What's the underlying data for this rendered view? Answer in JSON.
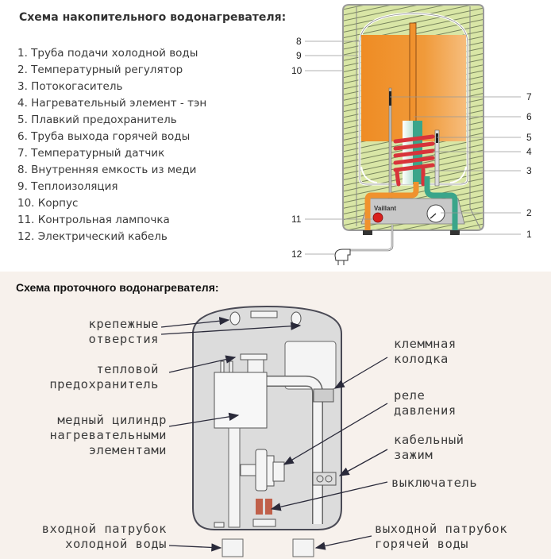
{
  "storage_heater": {
    "title": "Схема накопительного водонагревателя:",
    "legend": [
      "1. Труба подачи холодной воды",
      "2. Температурный регулятор",
      "3. Потокогаситель",
      "4. Нагревательный элемент - тэн",
      "5. Плавкий предохранитель",
      "6. Труба выхода горячей воды",
      "7. Температурный датчик",
      "8. Внутренняя емкость из меди",
      "9. Теплоизоляция",
      "10. Корпус",
      "11. Контрольная лампочка",
      "12. Электрический кабель"
    ],
    "callouts": {
      "c1": "1",
      "c2": "2",
      "c3": "3",
      "c4": "4",
      "c5": "5",
      "c6": "6",
      "c7": "7",
      "c8": "8",
      "c9": "9",
      "c10": "10",
      "c11": "11",
      "c12": "12"
    },
    "brand": "Vaillant",
    "colors": {
      "insulation": "#d9e6a6",
      "water": "#f0922e",
      "hot_pipe": "#f0922e",
      "cold_pipe": "#3aa58a",
      "heating_coil": "#d8333a",
      "lamp": "#d8201e",
      "panel": "#c8c8c8"
    }
  },
  "flow_heater": {
    "title": "Схема проточного водонагревателя:",
    "labels": {
      "mount_holes": [
        "крепежные",
        "отверстия"
      ],
      "thermal_fuse": [
        "тепловой",
        "предохранитель"
      ],
      "copper_cylinder": [
        "медный цилиндр",
        "нагревательными",
        "элементами"
      ],
      "cold_inlet": [
        "входной патрубок",
        "холодной воды"
      ],
      "terminal_block": [
        "клеммная",
        "колодка"
      ],
      "pressure_relay": [
        "реле",
        "давления"
      ],
      "cable_clamp": [
        "кабельный",
        "зажим"
      ],
      "switch": [
        "выключатель"
      ],
      "hot_outlet": [
        "выходной патрубок",
        "горячей воды"
      ]
    },
    "colors": {
      "background": "#f7f1ec",
      "body": "#dcdcdc",
      "outline": "#4a4a55",
      "contacts": "#c0604a"
    }
  }
}
